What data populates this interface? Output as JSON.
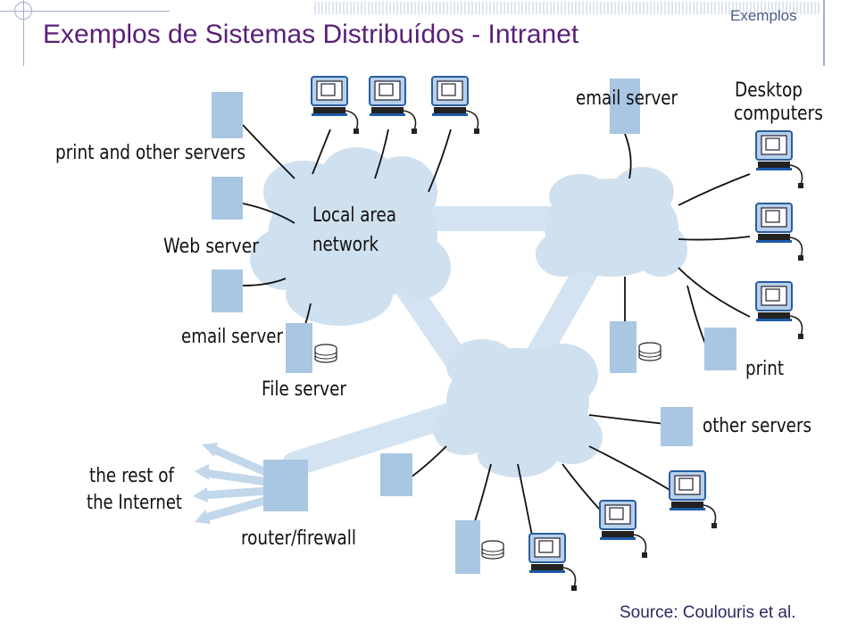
{
  "header": {
    "title": "Exemplos de Sistemas Distribuídos - Intranet",
    "section": "Exemplos"
  },
  "diagram": {
    "labels": {
      "print_servers": "print and other servers",
      "web_server": "Web server",
      "email_server_left": "email server",
      "file_server": "File server",
      "rest_of_internet_line1": "the rest of",
      "rest_of_internet_line2": "the Internet",
      "router": "router/firewall",
      "lan_line1": "Local area",
      "lan_line2": "network",
      "email_server_top": "email server",
      "desktop_line1": "Desktop",
      "desktop_line2": "computers",
      "print": "print",
      "other_servers": "other servers"
    },
    "icons": [
      "server-icon",
      "computer-icon",
      "disk-icon",
      "cloud-icon",
      "arrow-icon"
    ],
    "colors": {
      "network": "#cfe0ef",
      "server": "#a9c6e3",
      "text": "#111111",
      "title": "#5a1f78"
    }
  },
  "footer": {
    "source": "Source: Coulouris et al."
  }
}
